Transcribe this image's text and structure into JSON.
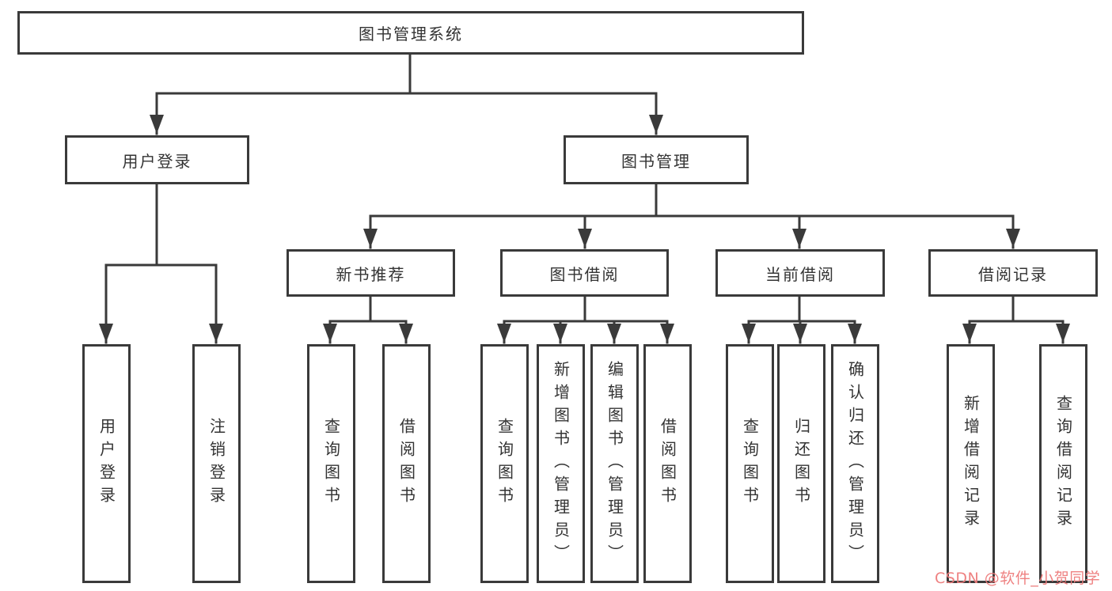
{
  "diagram": {
    "root": {
      "label": "图书管理系统"
    },
    "level2": [
      {
        "id": "user-login",
        "label": "用户登录",
        "parent": "图书管理系统"
      },
      {
        "id": "book-mgmt",
        "label": "图书管理",
        "parent": "图书管理系统"
      }
    ],
    "level3": [
      {
        "id": "new-book-recommend",
        "label": "新书推荐",
        "parent": "图书管理"
      },
      {
        "id": "book-borrow",
        "label": "图书借阅",
        "parent": "图书管理"
      },
      {
        "id": "current-borrow",
        "label": "当前借阅",
        "parent": "图书管理"
      },
      {
        "id": "borrow-records",
        "label": "借阅记录",
        "parent": "图书管理"
      }
    ],
    "leaves": [
      {
        "label": "用户登录",
        "parent": "用户登录"
      },
      {
        "label": "注销登录",
        "parent": "用户登录"
      },
      {
        "label": "查询图书",
        "parent": "新书推荐"
      },
      {
        "label": "借阅图书",
        "parent": "新书推荐"
      },
      {
        "label": "查询图书",
        "parent": "图书借阅"
      },
      {
        "label": "新增图书（管理员）",
        "parent": "图书借阅"
      },
      {
        "label": "编辑图书（管理员）",
        "parent": "图书借阅"
      },
      {
        "label": "借阅图书",
        "parent": "图书借阅"
      },
      {
        "label": "查询图书",
        "parent": "当前借阅"
      },
      {
        "label": "归还图书",
        "parent": "当前借阅"
      },
      {
        "label": "确认归还（管理员）",
        "parent": "当前借阅"
      },
      {
        "label": "新增借阅记录",
        "parent": "借阅记录"
      },
      {
        "label": "查询借阅记录",
        "parent": "借阅记录"
      }
    ],
    "colors": {
      "border": "#3a3a3a",
      "line": "#3a3a3a",
      "text": "#333333",
      "background": "#ffffff"
    }
  },
  "watermark": {
    "text": "CSDN @软件_小贺同学",
    "color": "#ee7b7b"
  }
}
